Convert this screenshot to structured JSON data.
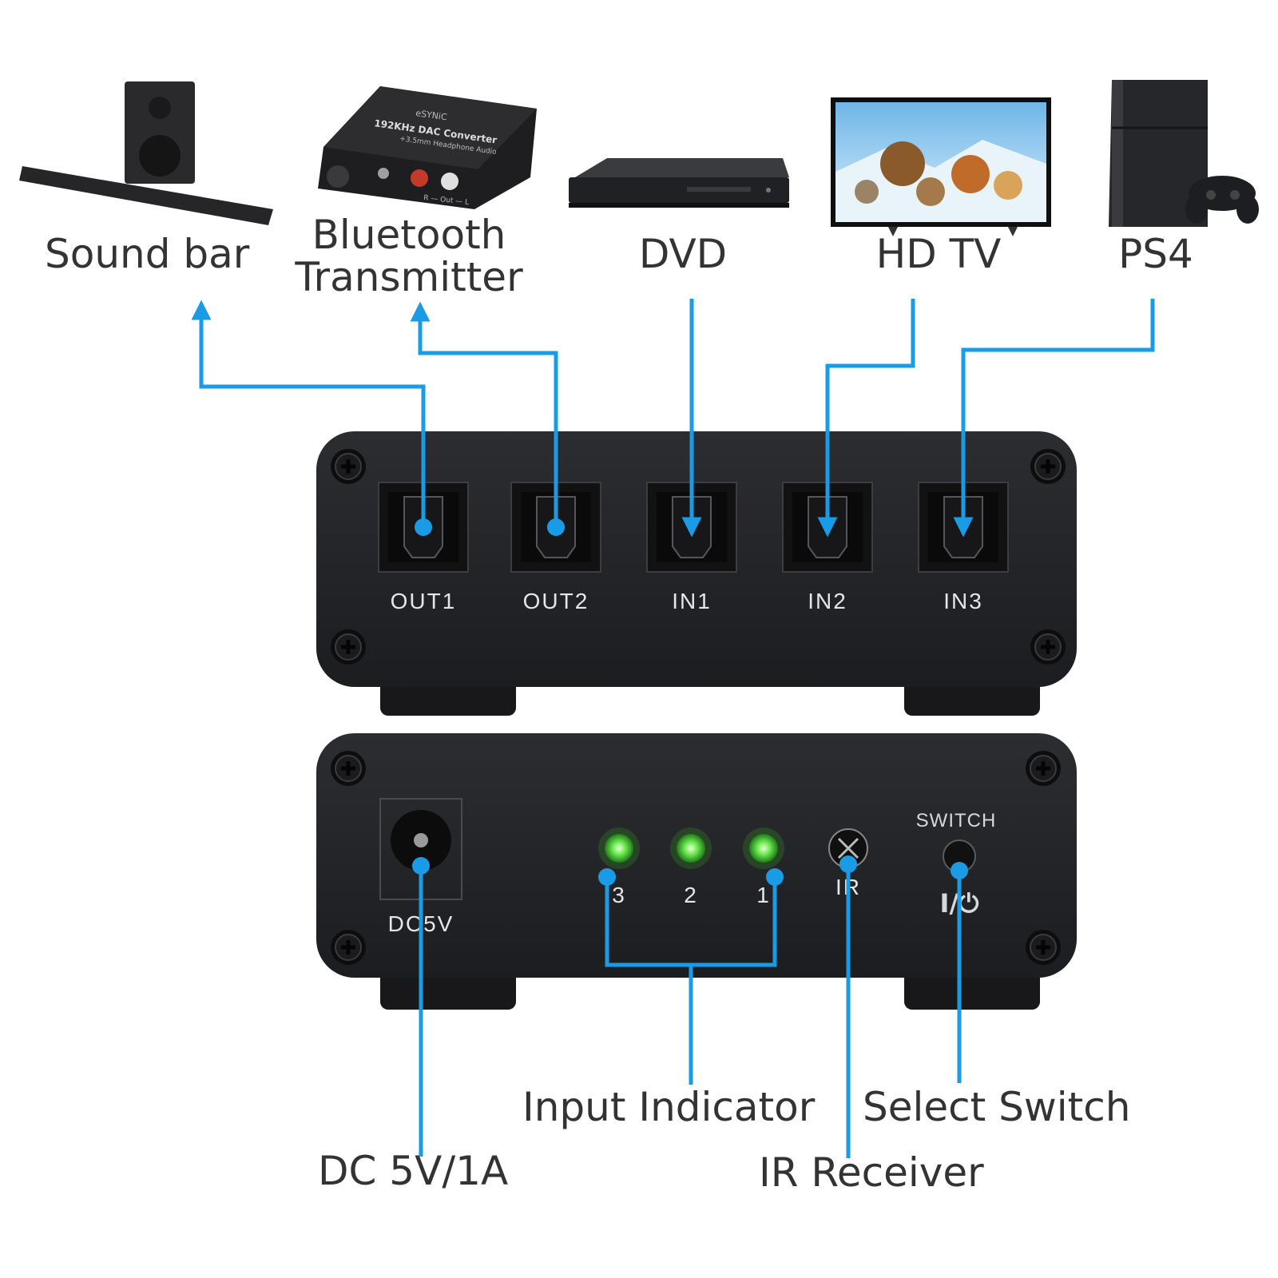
{
  "devices": {
    "sound_bar": "Sound bar",
    "bluetooth_line1": "Bluetooth",
    "bluetooth_line2": "Transmitter",
    "dvd": "DVD",
    "hdtv": "HD TV",
    "ps4": "PS4"
  },
  "dac_box_text": {
    "brand": "eSYNiC",
    "model": "192KHz DAC Converter",
    "sub": "+3.5mm Headphone Audio",
    "out": "R — Out — L"
  },
  "front_panel": {
    "ports": [
      "OUT1",
      "OUT2",
      "IN1",
      "IN2",
      "IN3"
    ]
  },
  "back_panel": {
    "dc_label": "DC5V",
    "led_labels": [
      "3",
      "2",
      "1"
    ],
    "ir_label": "IR",
    "switch_label": "SWITCH",
    "power_symbol": "I/⏻"
  },
  "callouts": {
    "dc": "DC 5V/1A",
    "input_indicator": "Input Indicator",
    "ir_receiver": "IR Receiver",
    "select_switch": "Select Switch"
  },
  "colors": {
    "line": "#1a9be6",
    "panel": "#232427",
    "led": "#5fe04a",
    "text": "#333333"
  }
}
